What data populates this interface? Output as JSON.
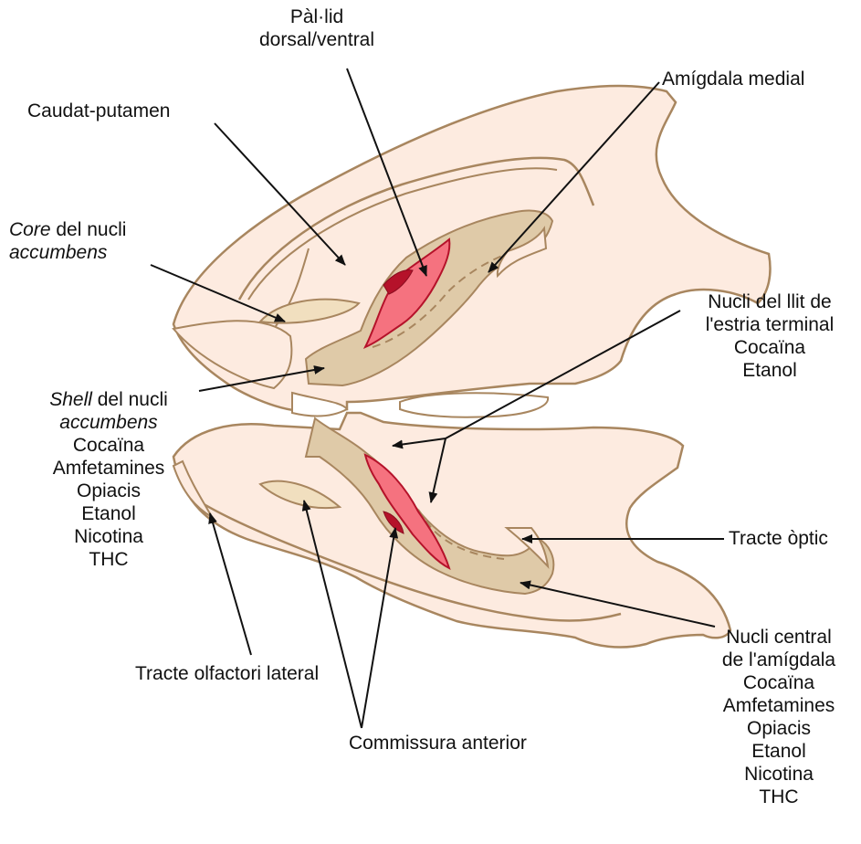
{
  "colors": {
    "tissue_fill": "#fdebe0",
    "outline": "#a8865f",
    "tan_region": "#dfcaa8",
    "commissure": "#f1dfbf",
    "pallidum_pink": "#f5727f",
    "pallidum_dark": "#b5122a",
    "ventricle": "#ffffff",
    "arrow": "#111111"
  },
  "labels": {
    "pallidum": [
      "Pàl·lid",
      "dorsal/ventral"
    ],
    "caudate": "Caudat-putamen",
    "amygdala_medial": "Amígdala medial",
    "core_italic": "Core",
    "core_rest": " del nucli",
    "core_line2": "accumbens",
    "bed_nucleus": [
      "Nucli del llit de",
      "l'estria terminal",
      "Cocaïna",
      "Etanol"
    ],
    "shell_italic": "Shell",
    "shell_rest": " del nucli",
    "shell_line2": "accumbens",
    "shell_drugs": [
      "Cocaïna",
      "Amfetamines",
      "Opiacis",
      "Etanol",
      "Nicotina",
      "THC"
    ],
    "optic_tract": "Tracte òptic",
    "olfactory_tract": "Tracte olfactori lateral",
    "central_amygdala": [
      "Nucli central",
      "de l'amígdala",
      "Cocaïna",
      "Amfetamines",
      "Opiacis",
      "Etanol",
      "Nicotina",
      "THC"
    ],
    "commissure": "Commissura anterior"
  }
}
